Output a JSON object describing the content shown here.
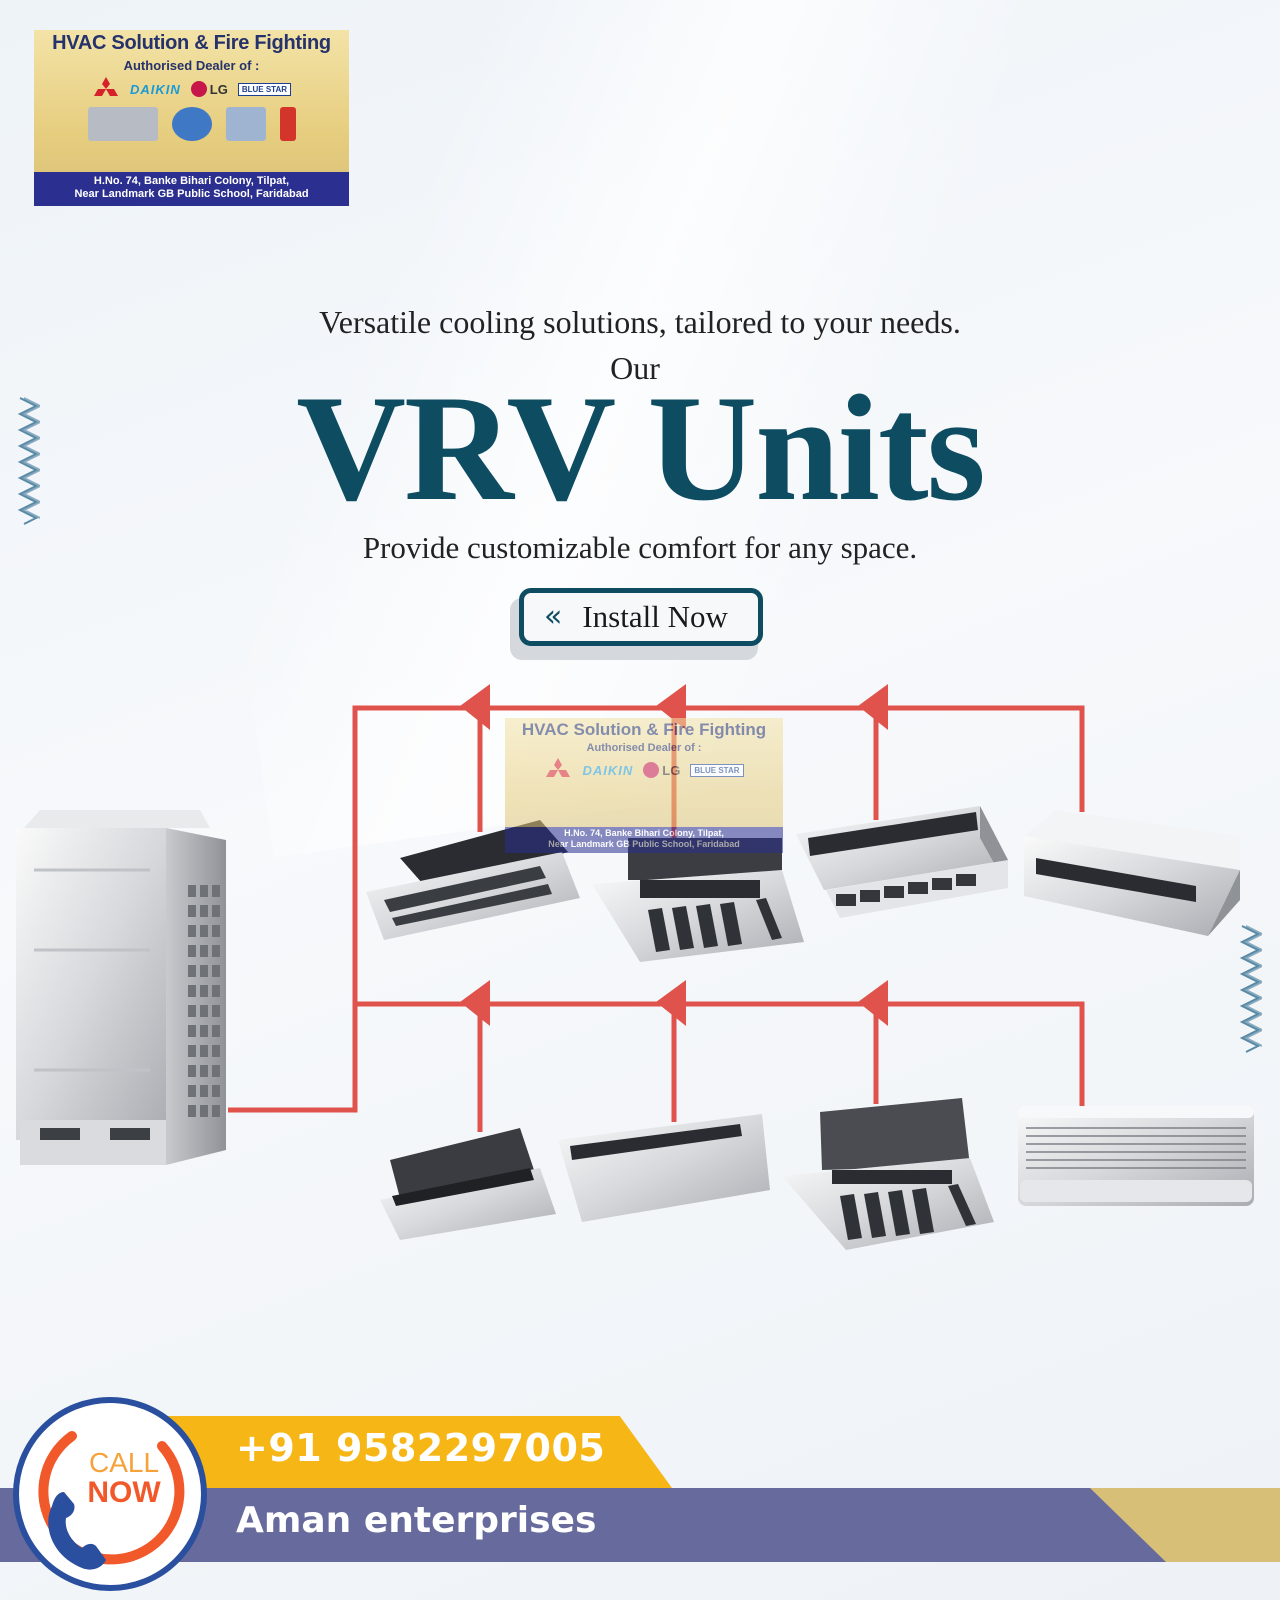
{
  "signboard": {
    "title": "HVAC Solution & Fire Fighting",
    "subtitle": "Authorised Dealer of :",
    "brands": [
      "DAIKIN",
      "LG",
      "BLUE STAR"
    ],
    "address_line1": "H.No. 74, Banke Bihari Colony, Tilpat,",
    "address_line2": "Near Landmark GB Public School, Faridabad"
  },
  "hero": {
    "tagline": "Versatile cooling solutions, tailored to your needs.",
    "our": "Our",
    "title": "VRV Units",
    "subtitle": "Provide customizable comfort for any space."
  },
  "cta": {
    "label": "Install Now",
    "icon": "double-chevron-left-icon"
  },
  "footer": {
    "call_line1": "CALL",
    "call_line2": "NOW",
    "phone": "+91 9582297005",
    "company": "Aman enterprises"
  },
  "colors": {
    "hero_teal": "#0e4d61",
    "pipe_red": "#e0524c",
    "footer_yellow": "#f6b616",
    "footer_purple": "#676a9c",
    "footer_gold": "#d8bf78",
    "call_orange": "#f1592a",
    "call_blue": "#2a4f9e"
  }
}
